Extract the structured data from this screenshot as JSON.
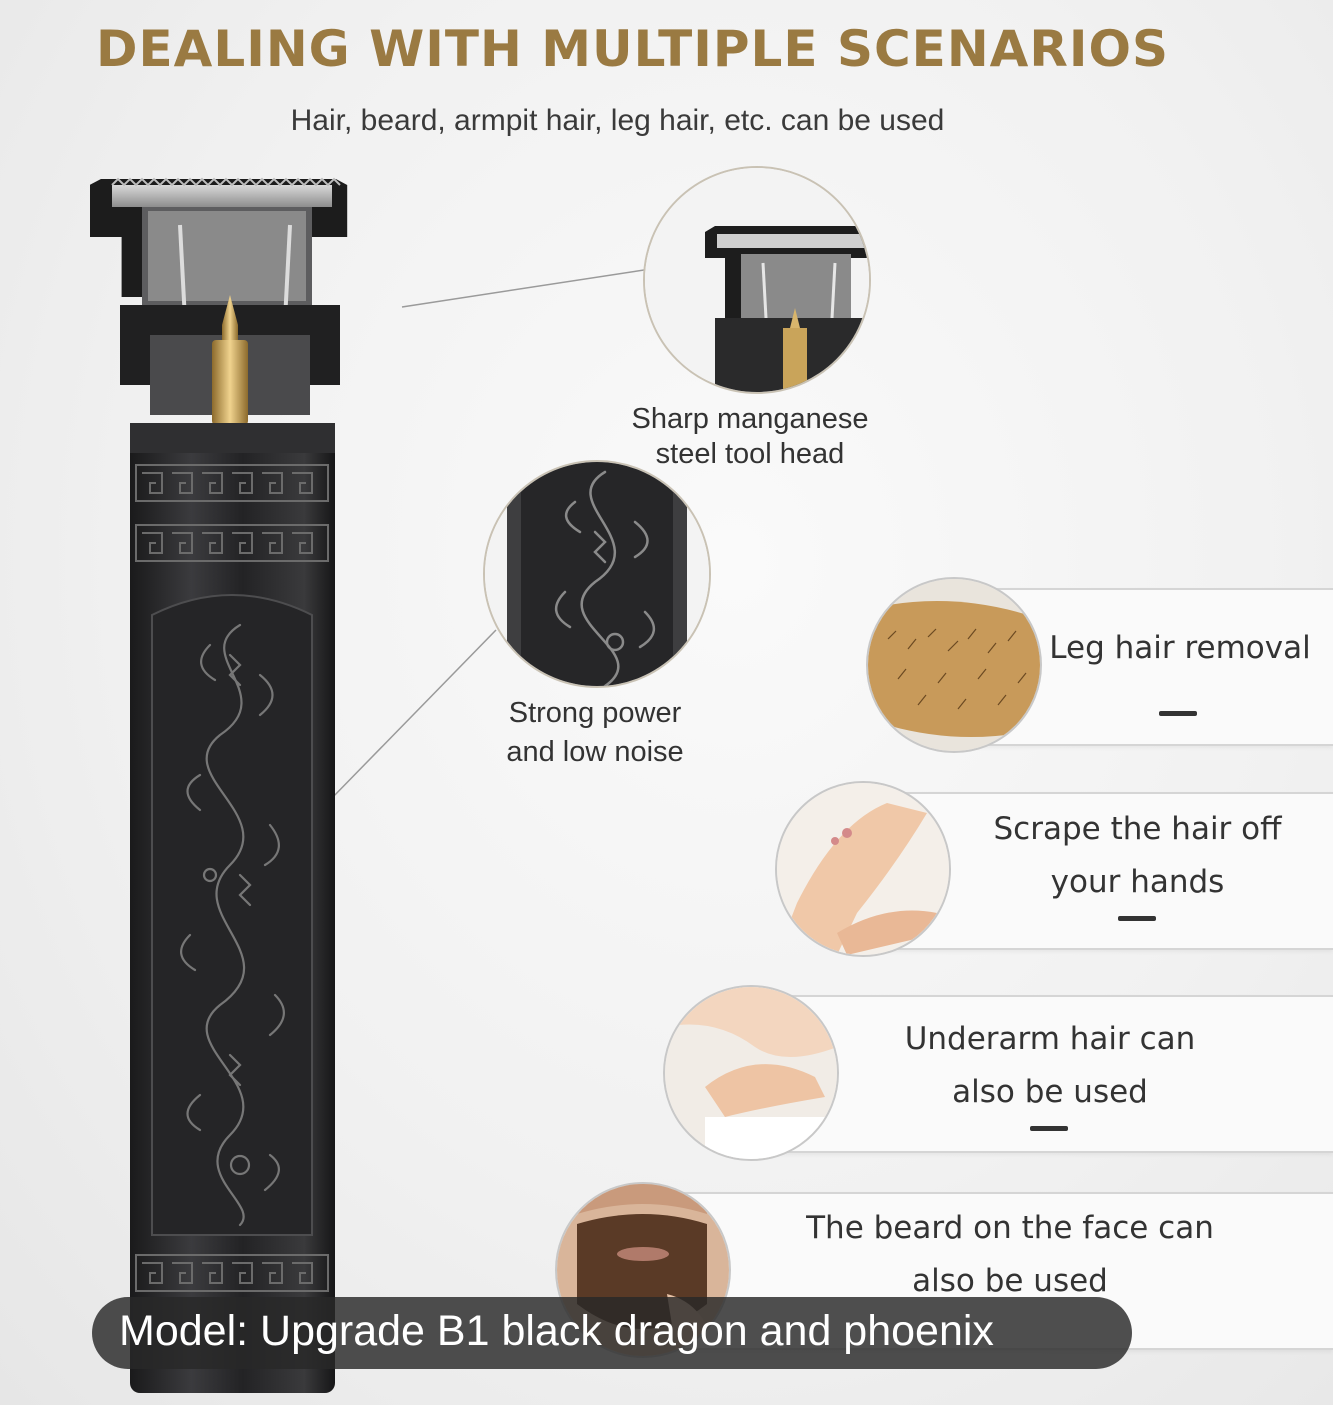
{
  "headline": "DEALING WITH MULTIPLE SCENARIOS",
  "subheadline": "Hair, beard, armpit hair, leg hair, etc. can be used",
  "callouts": [
    {
      "line1": "Sharp manganese",
      "line2": "steel tool head"
    },
    {
      "line1": "Strong power",
      "line2": "and low noise"
    }
  ],
  "scenarios": [
    {
      "line1": "Leg hair removal",
      "line2": ""
    },
    {
      "line1": "Scrape the hair off",
      "line2": "your hands"
    },
    {
      "line1": "Underarm hair can",
      "line2": "also be used"
    },
    {
      "line1": "The beard on the face can",
      "line2": "also be used"
    }
  ],
  "caption": "Model: Upgrade B1 black dragon and phoenix",
  "colors": {
    "headline": "#9a7a42",
    "body_metal": "#2a2a2c",
    "gold_accent": "#c9a45a",
    "caption_bg": "#2e2e2e"
  },
  "icons": {
    "product": "hair-trimmer-icon",
    "dash": "dash-divider-icon"
  }
}
